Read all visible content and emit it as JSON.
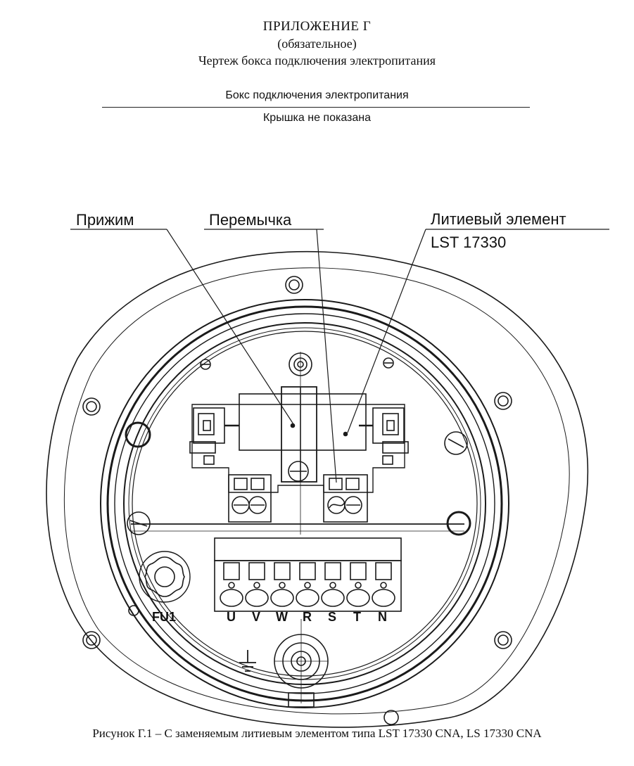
{
  "header": {
    "appendix_title": "ПРИЛОЖЕНИЕ Г",
    "appendix_mark": "(обязательное)",
    "appendix_subtitle": "Чертеж бокса подключения электропитания"
  },
  "drawing": {
    "title": "Бокс подключения электропитания",
    "note": "Крышка не показана",
    "callouts": {
      "clamp": "Прижим",
      "jumper": "Перемычка",
      "lithium": "Литиевый элемент",
      "lithium_model": "LST 17330"
    },
    "fuse_label": "FU1",
    "terminal_labels": [
      "U",
      "V",
      "W",
      "R",
      "S",
      "T",
      "N"
    ],
    "ground_symbol": "ground-icon"
  },
  "caption": "Рисунок Г.1 – С заменяемым литиевым элементом типа LST 17330 CNA, LS 17330 CNA"
}
